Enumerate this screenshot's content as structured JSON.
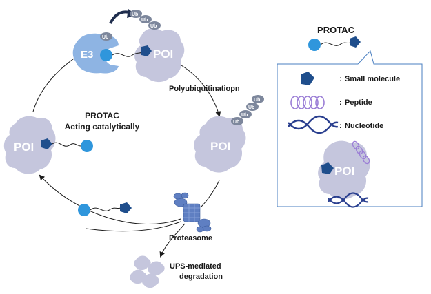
{
  "labels": {
    "poi": "POI",
    "e3": "E3",
    "ub": "Ub",
    "polyubiquitination": "Polyubiquitinatiopn",
    "protac_line1": "PROTAC",
    "protac_line2": "Acting catalytically",
    "proteasome": "Proteasome",
    "ups_line1": "UPS-mediated",
    "ups_line2": "degradation"
  },
  "legend": {
    "title": "PROTAC",
    "items": [
      {
        "label": "Small molecule",
        "icon": "small-molecule-icon"
      },
      {
        "label": "Peptide",
        "icon": "peptide-helix-icon"
      },
      {
        "label": "Nucleotide",
        "icon": "nucleotide-helix-icon"
      }
    ]
  },
  "colors": {
    "poi_fill": "#c5c6dd",
    "e3_fill": "#8eb4e3",
    "light_ball": "#2f96dc",
    "dark_diamond": "#1f4e8c",
    "ub_fill": "#7d879c",
    "peptide": "#9b7ed6",
    "nucleotide": "#2a3f8f",
    "legend_border": "#4a7fc1"
  }
}
